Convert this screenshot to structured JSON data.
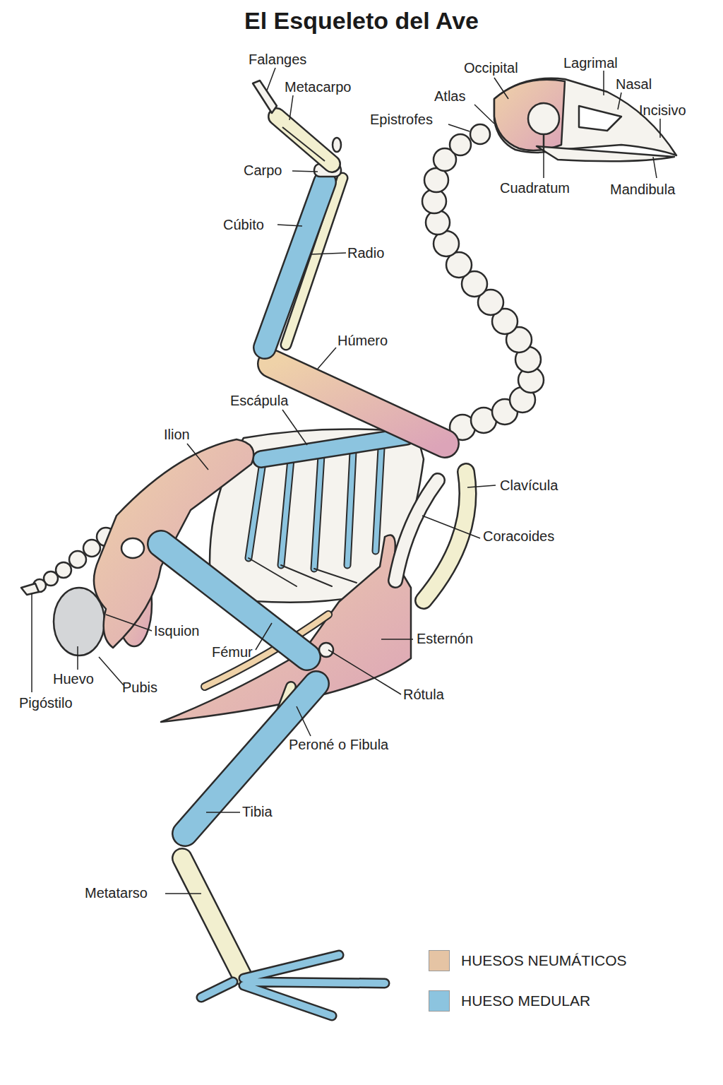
{
  "diagram": {
    "title": "El Esqueleto del Ave",
    "labels": [
      "Falanges",
      "Metacarpo",
      "Occipital",
      "Lagrimal",
      "Nasal",
      "Atlas",
      "Incisivo",
      "Epistrofes",
      "Carpo",
      "Cuadratum",
      "Mandibula",
      "Cúbito",
      "Radio",
      "Húmero",
      "Escápula",
      "Ilion",
      "Clavícula",
      "Coracoides",
      "Isquion",
      "Esternón",
      "Fémur",
      "Huevo",
      "Pubis",
      "Pigóstilo",
      "Rótula",
      "Peroné o Fibula",
      "Tibia",
      "Metatarso"
    ],
    "legend": [
      {
        "text": "HUESOS NEUMÁTICOS",
        "color": "#e5c4a4"
      },
      {
        "text": "HUESO MEDULAR",
        "color": "#8cc4df"
      }
    ]
  }
}
